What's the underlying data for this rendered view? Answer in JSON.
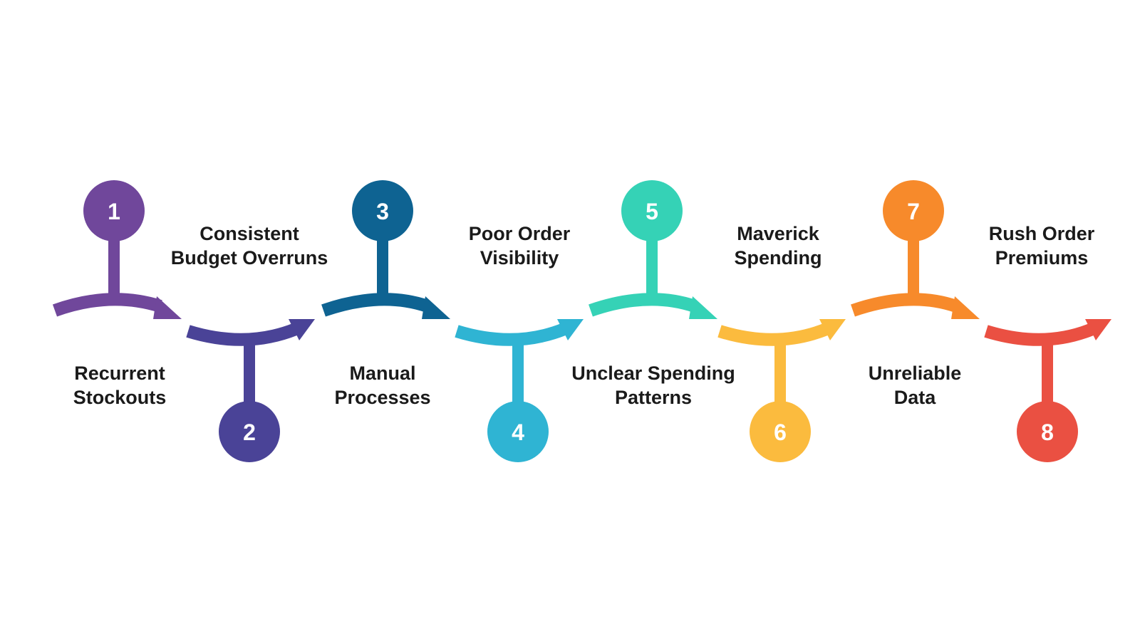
{
  "steps": [
    {
      "number": "1",
      "label_line1": "Recurrent",
      "label_line2": "Stockouts",
      "color": "#70479b"
    },
    {
      "number": "2",
      "label_line1": "Consistent",
      "label_line2": "Budget Overruns",
      "color": "#4a4397"
    },
    {
      "number": "3",
      "label_line1": "Manual",
      "label_line2": "Processes",
      "color": "#0e6392"
    },
    {
      "number": "4",
      "label_line1": "Poor Order",
      "label_line2": "Visibility",
      "color": "#2fb4d3"
    },
    {
      "number": "5",
      "label_line1": "Unclear Spending",
      "label_line2": "Patterns",
      "color": "#35d2b6"
    },
    {
      "number": "6",
      "label_line1": "Maverick",
      "label_line2": "Spending",
      "color": "#fbbb3e"
    },
    {
      "number": "7",
      "label_line1": "Unreliable",
      "label_line2": "Data",
      "color": "#f78a2b"
    },
    {
      "number": "8",
      "label_line1": "Rush Order",
      "label_line2": "Premiums",
      "color": "#ea5042"
    }
  ]
}
